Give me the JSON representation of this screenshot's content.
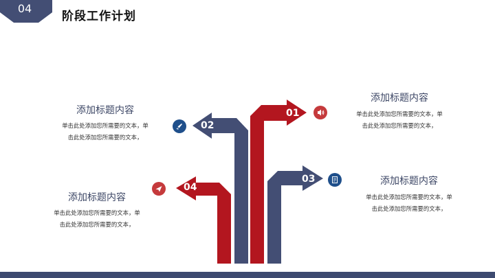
{
  "header": {
    "section_number": "04",
    "title": "阶段工作计划"
  },
  "colors": {
    "navy": "#434e74",
    "red": "#b3161f",
    "icon_red": "#c53a3c",
    "icon_blue": "#1f4f8b"
  },
  "arrows": [
    {
      "number": "01",
      "color": "red"
    },
    {
      "number": "02",
      "color": "navy"
    },
    {
      "number": "03",
      "color": "navy"
    },
    {
      "number": "04",
      "color": "red"
    }
  ],
  "icons": [
    {
      "name": "speaker-icon",
      "color": "red"
    },
    {
      "name": "rocket-icon",
      "color": "blue"
    },
    {
      "name": "document-icon",
      "color": "blue"
    },
    {
      "name": "paper-plane-icon",
      "color": "red"
    }
  ],
  "blocks": [
    {
      "title": "添加标题内容",
      "line1": "单击此处添加您所需要的文本，单",
      "line2": "击此处添加您所需要的文本，"
    },
    {
      "title": "添加标题内容",
      "line1": "单击此处添加您所需要的文本，单",
      "line2": "击此处添加您所需要的文本，"
    },
    {
      "title": "添加标题内容",
      "line1": "单击此处添加您所需要的文本，单",
      "line2": "击此处添加您所需要的文本，"
    },
    {
      "title": "添加标题内容",
      "line1": "单击此处添加您所需要的文本，单",
      "line2": "击此处添加您所需要的文本，"
    }
  ]
}
